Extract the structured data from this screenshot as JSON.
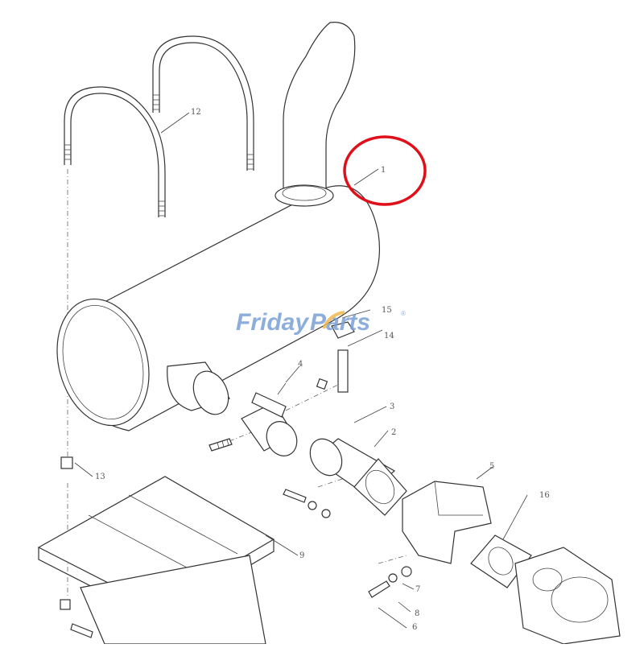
{
  "diagram": {
    "callouts": [
      {
        "id": "c1",
        "text": "1"
      },
      {
        "id": "c2",
        "text": "2"
      },
      {
        "id": "c3",
        "text": "3"
      },
      {
        "id": "c4",
        "text": "4"
      },
      {
        "id": "c5",
        "text": "5"
      },
      {
        "id": "c6",
        "text": "6"
      },
      {
        "id": "c7",
        "text": "7"
      },
      {
        "id": "c8",
        "text": "8"
      },
      {
        "id": "c9",
        "text": "9"
      },
      {
        "id": "c12",
        "text": "12"
      },
      {
        "id": "c13",
        "text": "13"
      },
      {
        "id": "c14",
        "text": "14"
      },
      {
        "id": "c15",
        "text": "15"
      },
      {
        "id": "c16",
        "text": "16"
      }
    ],
    "highlight": {
      "target": "1",
      "color": "#e0101a"
    }
  },
  "watermark": {
    "part1": "Friday",
    "part2": "Parts",
    "mark": "®",
    "color_primary": "#7a9fd6",
    "color_accent": "#f0b84a"
  }
}
